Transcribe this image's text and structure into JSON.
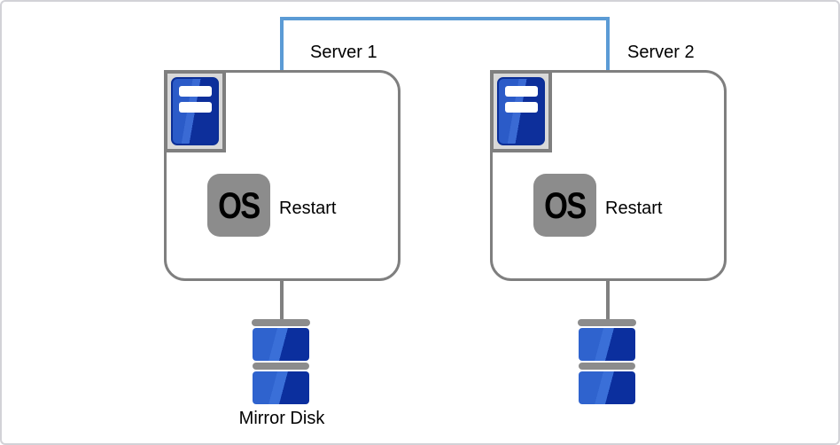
{
  "servers": [
    {
      "name": "Server 1",
      "badge": "OS",
      "action": "Restart"
    },
    {
      "name": "Server 2",
      "badge": "OS",
      "action": "Restart"
    }
  ],
  "storage": {
    "mirror_disk_label": "Mirror Disk"
  },
  "icons": {
    "server_tower": "blue tower unit with two white slots (CSS shapes)",
    "os_badge": "gray rounded square containing bold OS text",
    "mirror_disk": "stacked blue disk segments with gray caps (CSS shapes)"
  },
  "colors": {
    "interconnect_blue": "#5b9bd5",
    "box_border_gray": "#7f7f7f",
    "icon_frame_fill": "#d9d9d9",
    "tower_blue_light": "#2b5bc8",
    "tower_blue_dark": "#0d2f9b",
    "os_badge_gray": "#8c8c8c",
    "disk_blue_light": "#2f63ce",
    "disk_blue_dark": "#0b2f9e",
    "connector_gray": "#808080",
    "canvas_border": "#d2d2d7"
  }
}
